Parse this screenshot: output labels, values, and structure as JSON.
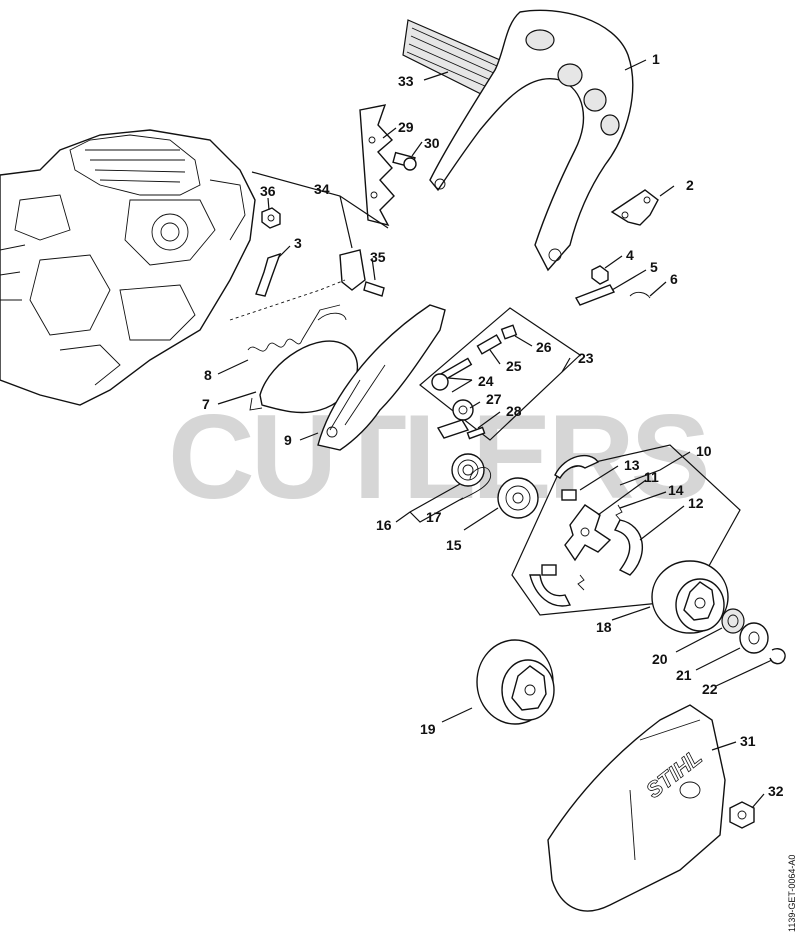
{
  "watermark": "CUTLERS",
  "drawing_code": "1139-GET-0064-A0",
  "brand_logo_text": "STIHL",
  "callouts": [
    {
      "id": "c1",
      "text": "1"
    },
    {
      "id": "c2",
      "text": "2"
    },
    {
      "id": "c3",
      "text": "3"
    },
    {
      "id": "c4",
      "text": "4"
    },
    {
      "id": "c5",
      "text": "5"
    },
    {
      "id": "c6",
      "text": "6"
    },
    {
      "id": "c7",
      "text": "7"
    },
    {
      "id": "c8",
      "text": "8"
    },
    {
      "id": "c9",
      "text": "9"
    },
    {
      "id": "c10",
      "text": "10"
    },
    {
      "id": "c11",
      "text": "11"
    },
    {
      "id": "c12",
      "text": "12"
    },
    {
      "id": "c13",
      "text": "13"
    },
    {
      "id": "c14",
      "text": "14"
    },
    {
      "id": "c15",
      "text": "15"
    },
    {
      "id": "c16",
      "text": "16"
    },
    {
      "id": "c17",
      "text": "17"
    },
    {
      "id": "c18",
      "text": "18"
    },
    {
      "id": "c19",
      "text": "19"
    },
    {
      "id": "c20",
      "text": "20"
    },
    {
      "id": "c21",
      "text": "21"
    },
    {
      "id": "c22",
      "text": "22"
    },
    {
      "id": "c23",
      "text": "23"
    },
    {
      "id": "c24",
      "text": "24"
    },
    {
      "id": "c25",
      "text": "25"
    },
    {
      "id": "c26",
      "text": "26"
    },
    {
      "id": "c27",
      "text": "27"
    },
    {
      "id": "c28",
      "text": "28"
    },
    {
      "id": "c29",
      "text": "29"
    },
    {
      "id": "c30",
      "text": "30"
    },
    {
      "id": "c31",
      "text": "31"
    },
    {
      "id": "c32",
      "text": "32"
    },
    {
      "id": "c33",
      "text": "33"
    },
    {
      "id": "c34",
      "text": "34"
    },
    {
      "id": "c35",
      "text": "35"
    },
    {
      "id": "c36",
      "text": "36"
    }
  ]
}
